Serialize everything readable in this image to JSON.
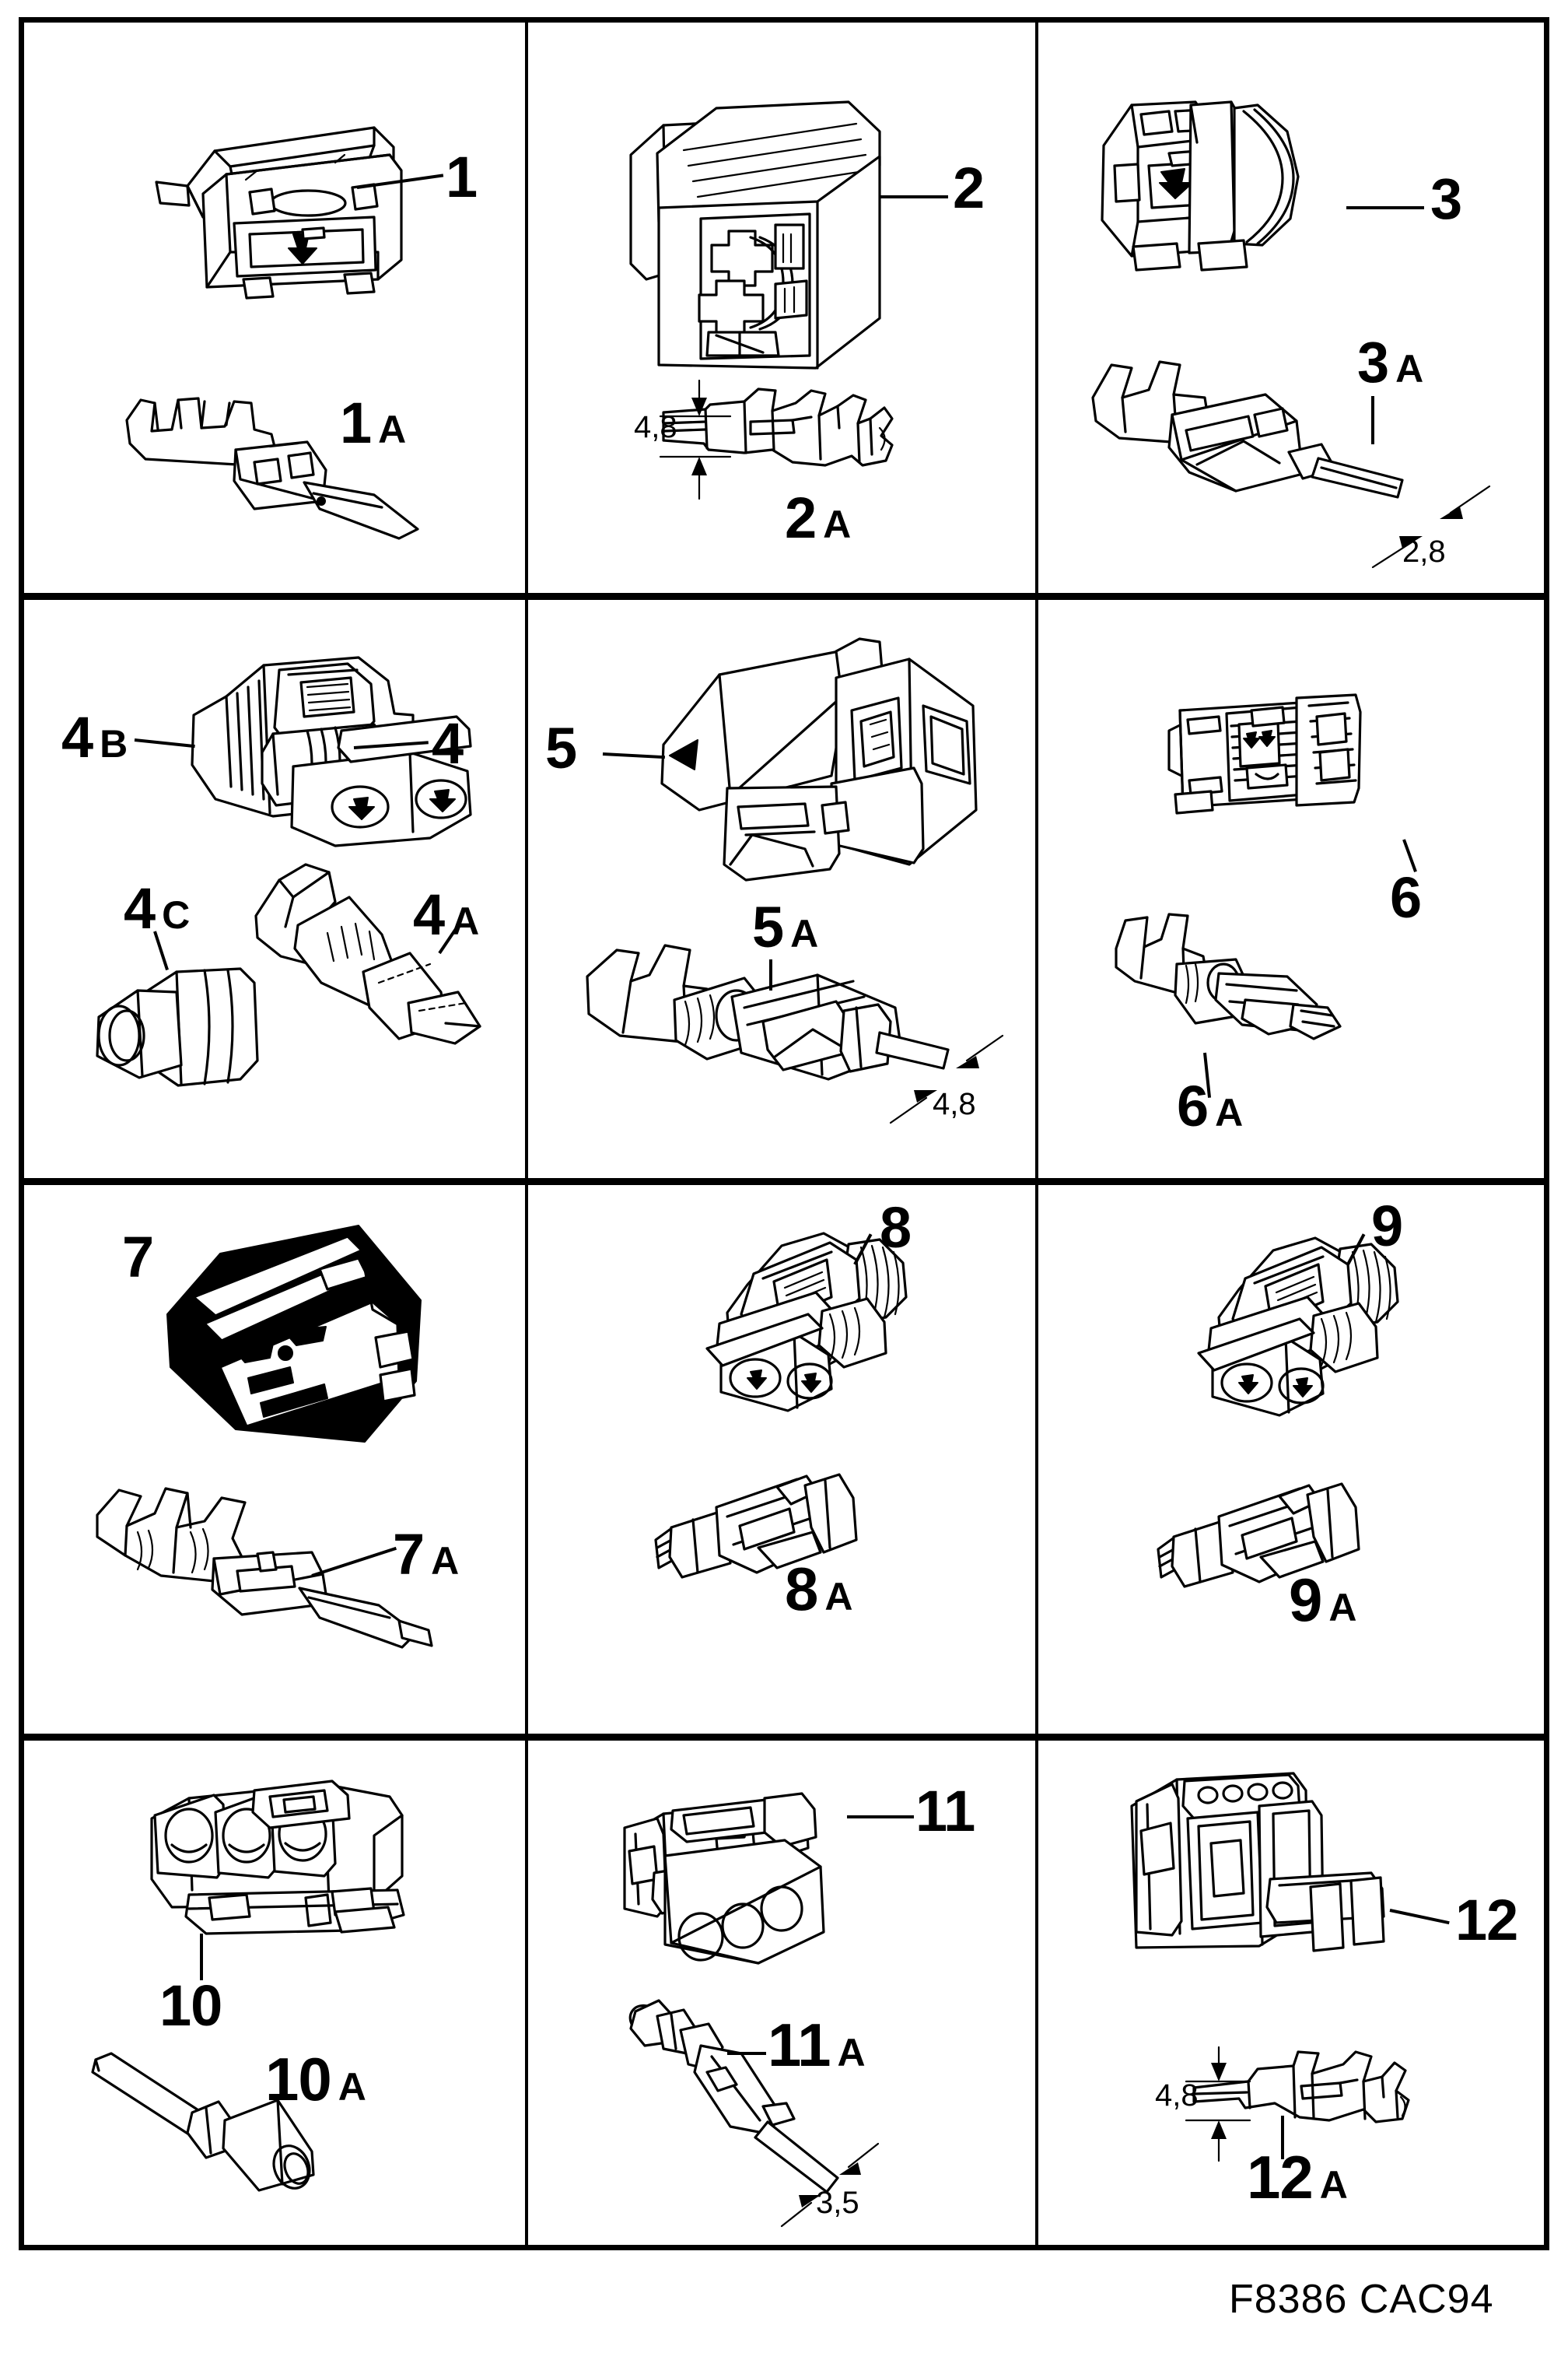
{
  "document": {
    "type": "technical-parts-illustration",
    "footer_code": "F8386 CAC94"
  },
  "grid": {
    "columns": 3,
    "rows": 4
  },
  "cells": [
    {
      "id": "cell-1",
      "row": 1,
      "col": 1,
      "housing_label": "1",
      "terminal_label": "1",
      "terminal_suffix": "A",
      "dimension": null
    },
    {
      "id": "cell-2",
      "row": 1,
      "col": 2,
      "housing_label": "2",
      "terminal_label": "2",
      "terminal_suffix": "A",
      "dimension": "4,8"
    },
    {
      "id": "cell-3",
      "row": 1,
      "col": 3,
      "housing_label": "3",
      "terminal_label": "3",
      "terminal_suffix": "A",
      "dimension": "2,8"
    },
    {
      "id": "cell-4",
      "row": 2,
      "col": 1,
      "housing_label": "4",
      "secondary_label": "4",
      "secondary_suffix": "B",
      "terminal_label": "4",
      "terminal_suffix": "A",
      "seal_label": "4",
      "seal_suffix": "C",
      "dimension": null
    },
    {
      "id": "cell-5",
      "row": 2,
      "col": 2,
      "housing_label": "5",
      "terminal_label": "5",
      "terminal_suffix": "A",
      "dimension": "4,8"
    },
    {
      "id": "cell-6",
      "row": 2,
      "col": 3,
      "housing_label": "6",
      "terminal_label": "6",
      "terminal_suffix": "A",
      "dimension": null
    },
    {
      "id": "cell-7",
      "row": 3,
      "col": 1,
      "housing_label": "7",
      "terminal_label": "7",
      "terminal_suffix": "A",
      "dimension": null
    },
    {
      "id": "cell-8",
      "row": 3,
      "col": 2,
      "housing_label": "8",
      "terminal_label": "8",
      "terminal_suffix": "A",
      "dimension": null
    },
    {
      "id": "cell-9",
      "row": 3,
      "col": 3,
      "housing_label": "9",
      "terminal_label": "9",
      "terminal_suffix": "A",
      "dimension": null
    },
    {
      "id": "cell-10",
      "row": 4,
      "col": 1,
      "housing_label": "10",
      "terminal_label": "10",
      "terminal_suffix": "A",
      "dimension": null
    },
    {
      "id": "cell-11",
      "row": 4,
      "col": 2,
      "housing_label": "11",
      "terminal_label": "11",
      "terminal_suffix": "A",
      "dimension": "3,5"
    },
    {
      "id": "cell-12",
      "row": 4,
      "col": 3,
      "housing_label": "12",
      "terminal_label": "12",
      "terminal_suffix": "A",
      "dimension": "4,8"
    }
  ],
  "colors": {
    "ink": "#000000",
    "paper": "#ffffff"
  }
}
